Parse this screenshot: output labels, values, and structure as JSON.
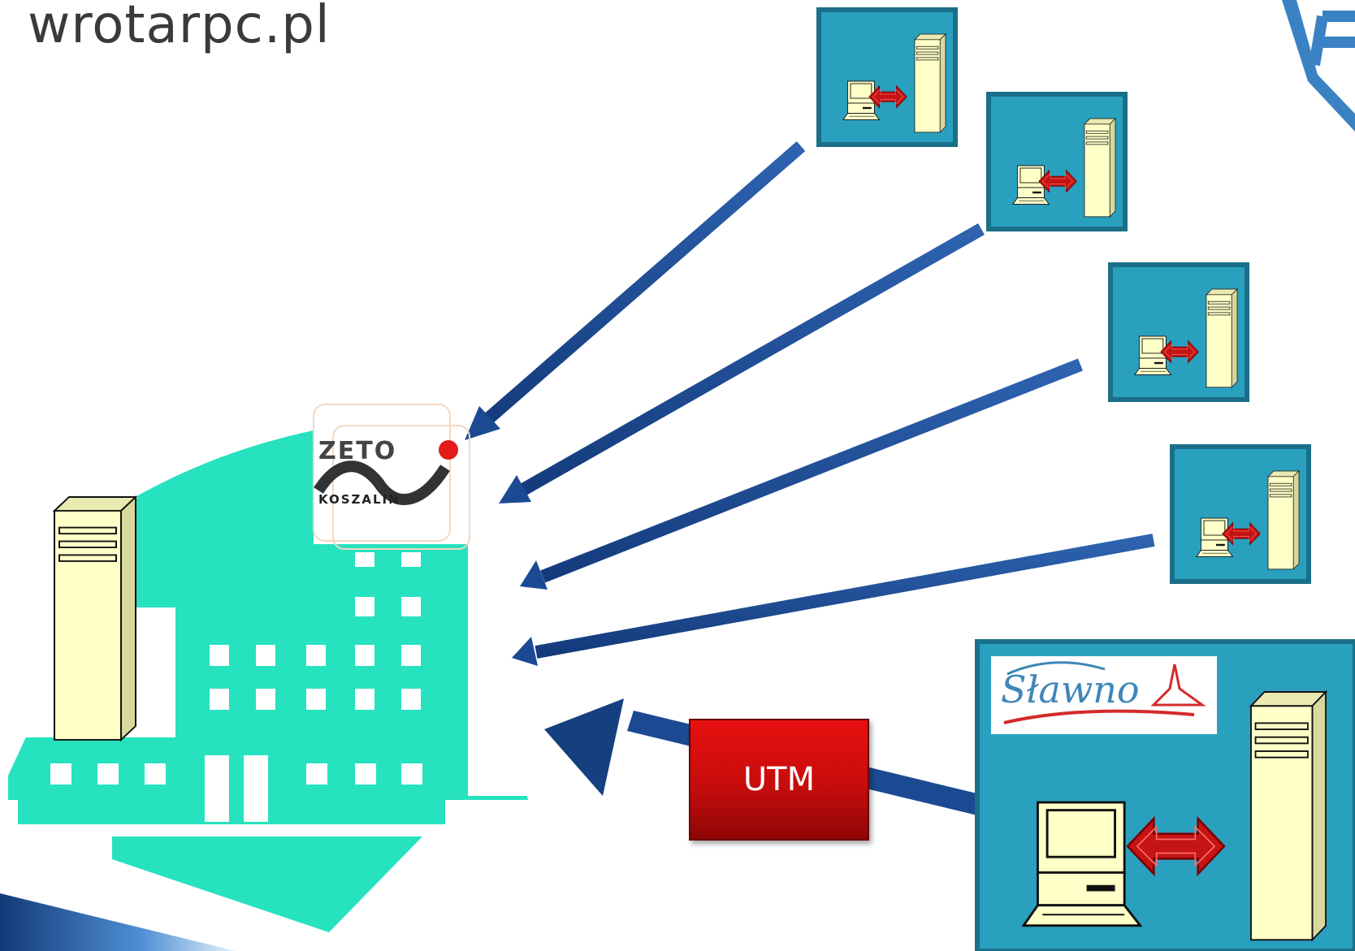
{
  "page": {
    "title": "wrotarpc.pl"
  },
  "colors": {
    "building": "#26e2bf",
    "panel": "#2aa0bf",
    "panel_border": "#1a6f89",
    "arrow": "#1b4a93",
    "server": "#ffffc8",
    "utm": "#d40f0f",
    "link_arrow": "#c41414"
  },
  "zeto_logo": {
    "word": "ZETO",
    "city": "KOSZALIN"
  },
  "slawno_logo": {
    "word": "Sławno"
  },
  "utm": {
    "label": "UTM"
  },
  "icons": {
    "building": "office-building-icon",
    "server": "server-tower-icon",
    "computer": "desktop-computer-icon",
    "link": "double-arrow-icon"
  }
}
